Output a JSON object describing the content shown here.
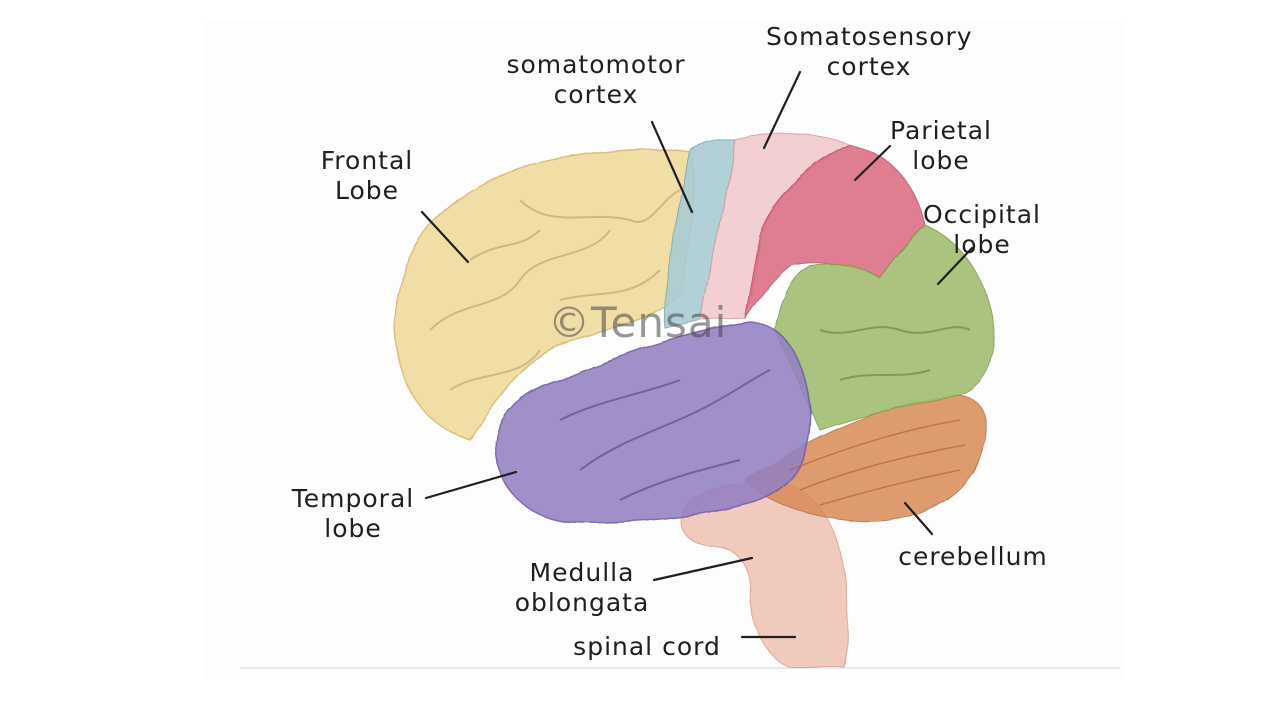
{
  "labels": {
    "somatosensory_cortex": "Somatosensory\ncortex",
    "somatomotor_cortex": "somatomotor\ncortex",
    "parietal_lobe": "Parietal\nlobe",
    "frontal_lobe": "Frontal\nLobe",
    "occipital_lobe": "Occipital\nlobe",
    "temporal_lobe": "Temporal\nlobe",
    "medulla_oblongata": "Medulla\noblongata",
    "cerebellum": "cerebellum",
    "spinal_cord": "spinal cord"
  },
  "watermark": "©Tensai",
  "colors": {
    "frontal": "#f1dca0",
    "somatomotor": "#a9ccd4",
    "somatosensory": "#f3c9cf",
    "parietal": "#d9677d",
    "occipital": "#9fbd6e",
    "temporal": "#9480c2",
    "cerebellum": "#d98a57",
    "brainstem": "#f0c5b8"
  }
}
